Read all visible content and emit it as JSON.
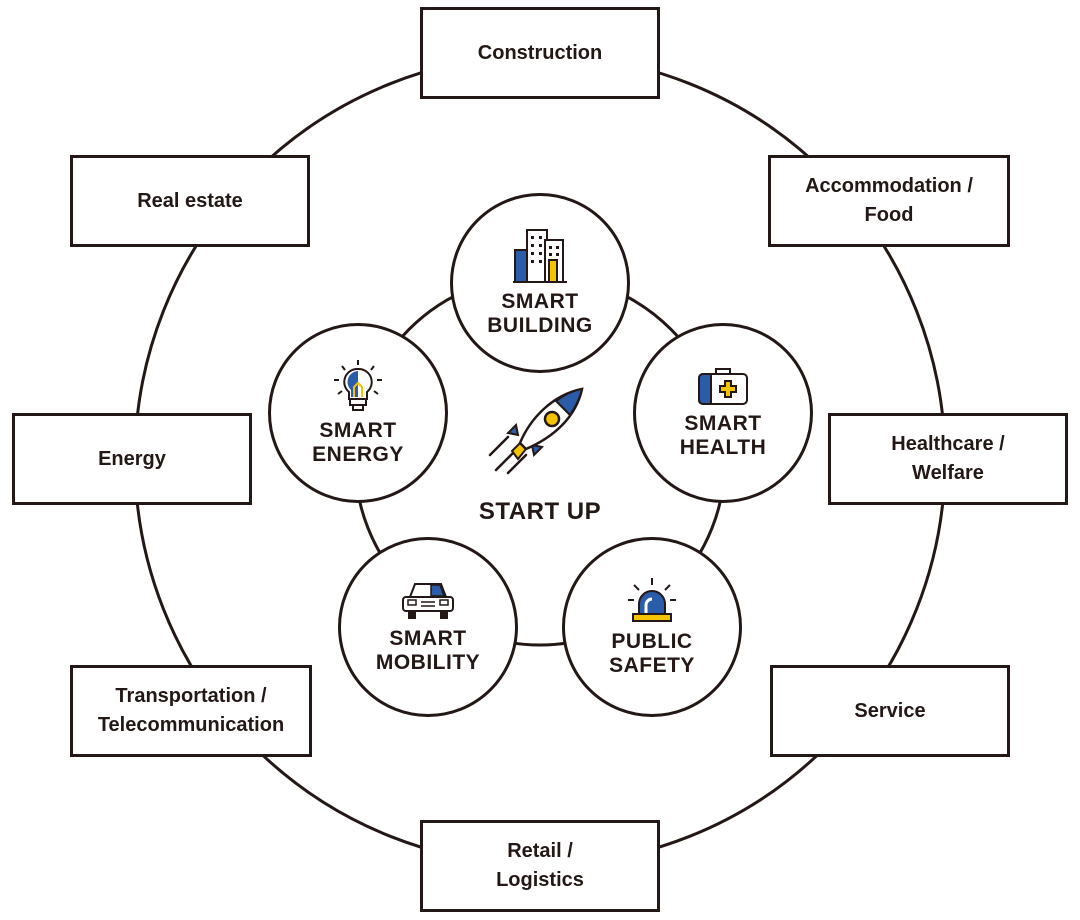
{
  "center": {
    "title": "START UP",
    "icon": "rocket-icon"
  },
  "smart_areas": [
    {
      "label": "SMART\nBUILDING",
      "icon": "buildings-icon"
    },
    {
      "label": "SMART\nHEALTH",
      "icon": "first-aid-kit-icon"
    },
    {
      "label": "PUBLIC\nSAFETY",
      "icon": "siren-icon"
    },
    {
      "label": "SMART\nMOBILITY",
      "icon": "car-icon"
    },
    {
      "label": "SMART\nENERGY",
      "icon": "light-bulb-icon"
    }
  ],
  "industries": [
    {
      "label": "Construction"
    },
    {
      "label": "Accommodation /\nFood"
    },
    {
      "label": "Healthcare /\nWelfare"
    },
    {
      "label": "Service"
    },
    {
      "label": "Retail /\nLogistics"
    },
    {
      "label": "Transportation /\nTelecommunication"
    },
    {
      "label": "Energy"
    },
    {
      "label": "Real estate"
    }
  ],
  "colors": {
    "stroke": "#231815",
    "accent_blue": "#2a5caa",
    "accent_yellow": "#f5c400"
  }
}
